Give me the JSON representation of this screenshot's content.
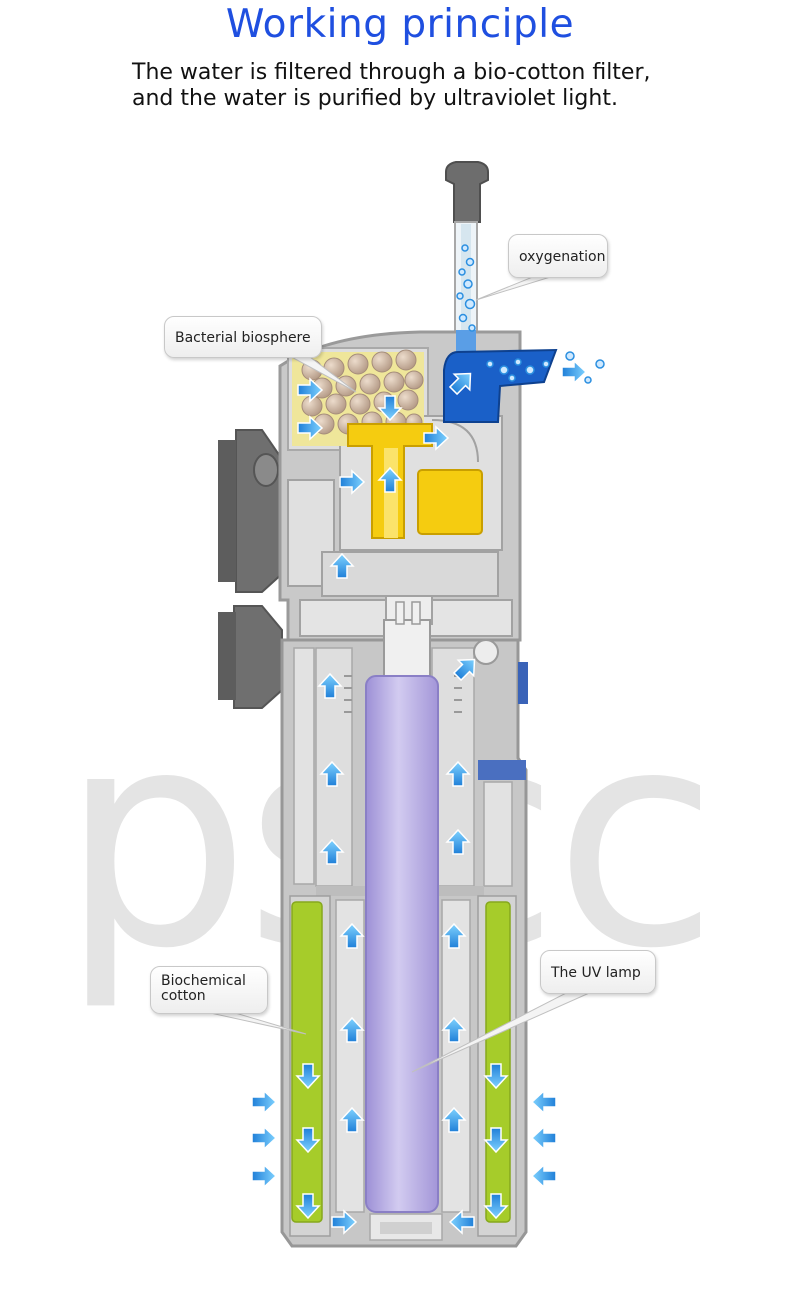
{
  "header": {
    "title": "Working principle",
    "subtitle_line1": "The water is filtered through a bio-cotton filter,",
    "subtitle_line2": "and the water is purified by ultraviolet light."
  },
  "watermark": "pscc",
  "callouts": {
    "oxygenation": "oxygenation",
    "bacterial_biosphere": "Bacterial biosphere",
    "uv_lamp": "The UV lamp",
    "biochemical_cotton_line1": "Biochemical",
    "biochemical_cotton_line2": "cotton"
  },
  "colors": {
    "title": "#1f4fe0",
    "body_gray": "#c9c9c9",
    "body_outline": "#9a9a9a",
    "cotton_green": "#a6cc2a",
    "uv_lamp_purple": "#b9aee0",
    "filter_yellow": "#f5cc10",
    "outlet_blue": "#1a60c8",
    "arrow_blue": "#2b8fe0"
  }
}
